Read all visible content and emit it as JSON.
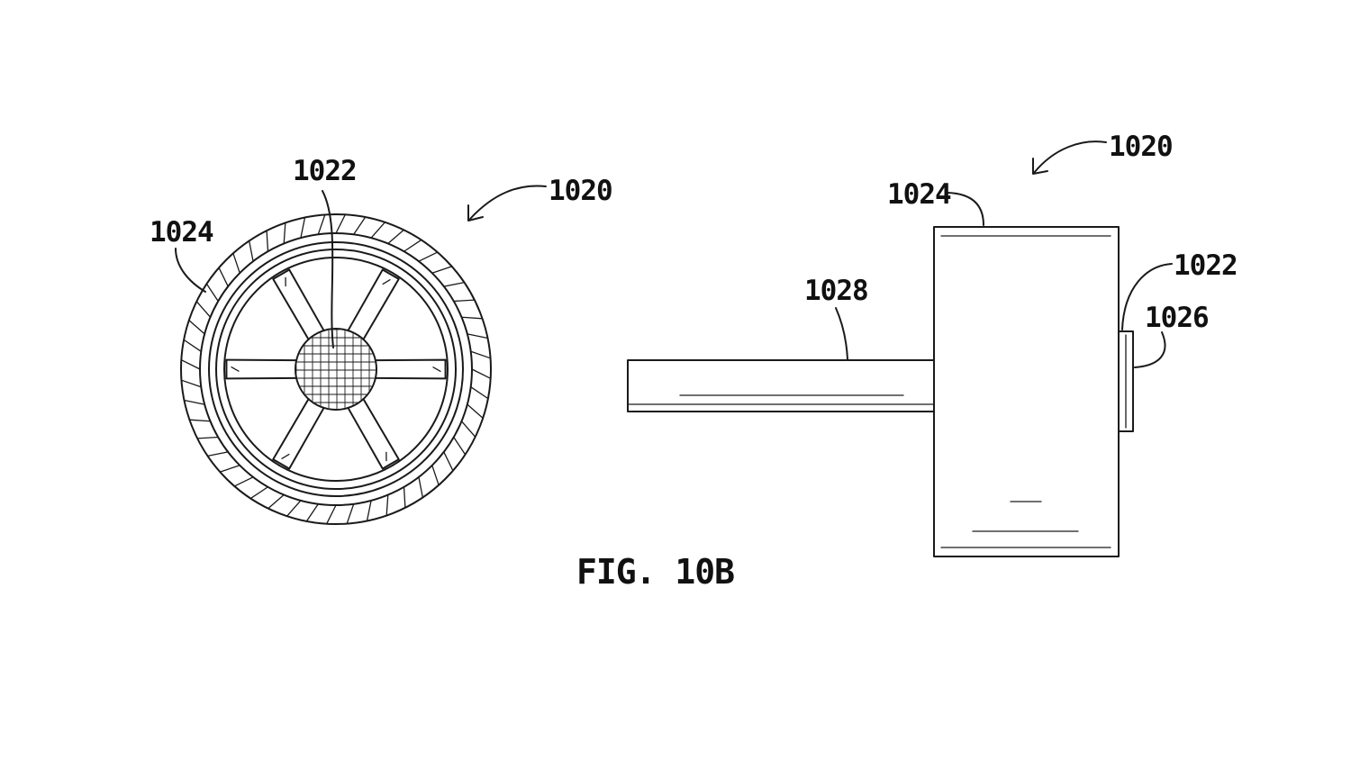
{
  "figure_label": "FIG. 10B",
  "front_view": {
    "assembly_label": "1020",
    "tire_label": "1024",
    "hub_label": "1022"
  },
  "side_view": {
    "assembly_label": "1020",
    "tire_label": "1024",
    "hub_label": "1022",
    "cap_label": "1026",
    "axle_label": "1028"
  },
  "colors": {
    "ink": "#1a1a1a",
    "background": "#ffffff"
  }
}
